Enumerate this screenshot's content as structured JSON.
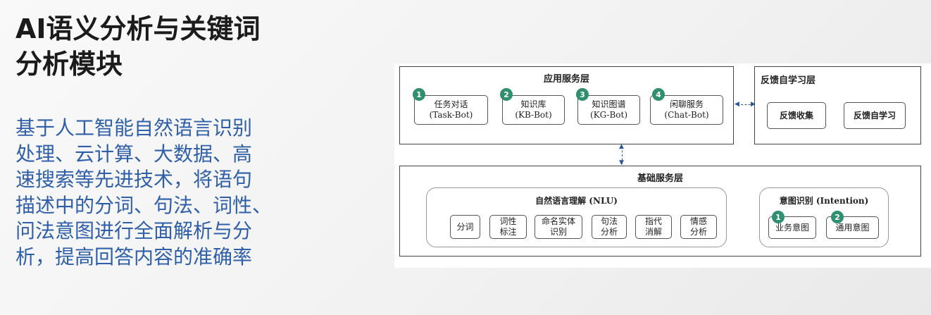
{
  "title": [
    "AI语义分析与关键词",
    "分析模块"
  ],
  "description": [
    "基于人工智能自然语言识别",
    "处理、云计算、大数据、高",
    "速搜索等先进技术，将语句",
    "描述中的分词、句法、词性、",
    "问法意图进行全面解析与分",
    "析，提高回答内容的准确率"
  ],
  "diagram": {
    "app_layer": {
      "title": "应用服务层",
      "items": [
        {
          "num": "1",
          "line1": "任务对话",
          "line2": "(Task-Bot)"
        },
        {
          "num": "2",
          "line1": "知识库",
          "line2": "(KB-Bot)"
        },
        {
          "num": "3",
          "line1": "知识图谱",
          "line2": "(KG-Bot)"
        },
        {
          "num": "4",
          "line1": "闲聊服务",
          "line2": "(Chat-Bot)"
        }
      ]
    },
    "feedback_layer": {
      "title": "反馈自学习层",
      "items": [
        "反馈收集",
        "反馈自学习"
      ]
    },
    "base_layer": {
      "title": "基础服务层",
      "nlu": {
        "title": "自然语言理解 (NLU)",
        "items": [
          [
            "分词"
          ],
          [
            "词性",
            "标注"
          ],
          [
            "命名实体",
            "识别"
          ],
          [
            "句法",
            "分析"
          ],
          [
            "指代",
            "消解"
          ],
          [
            "情感",
            "分析"
          ]
        ]
      },
      "intention": {
        "title": "意图识别 (Intention)",
        "items": [
          {
            "num": "1",
            "label": "业务意图"
          },
          {
            "num": "2",
            "label": "通用意图"
          }
        ]
      }
    },
    "colors": {
      "badge": "#2f8f6f",
      "arrow": "#2b5797",
      "description": "#2f5fa8"
    }
  }
}
